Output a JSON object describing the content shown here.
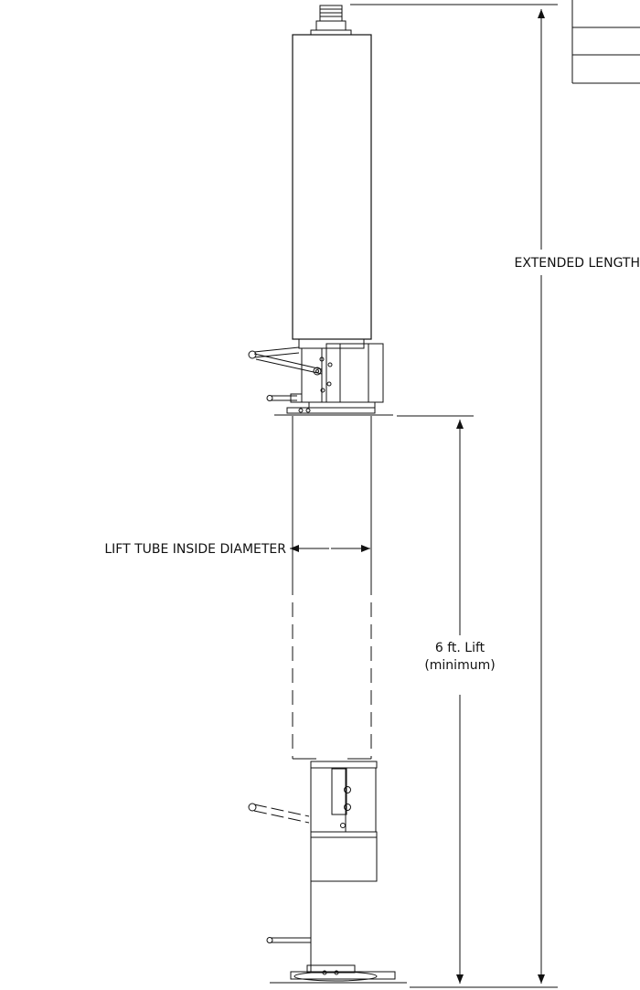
{
  "labels": {
    "extended_length": "EXTENDED LENGTH",
    "lift_tube_inside_diameter": "LIFT TUBE INSIDE DIAMETER",
    "lift_line1": "6 ft. Lift",
    "lift_line2": "(minimum)"
  },
  "colors": {
    "line": "#111111",
    "background": "#ffffff"
  }
}
